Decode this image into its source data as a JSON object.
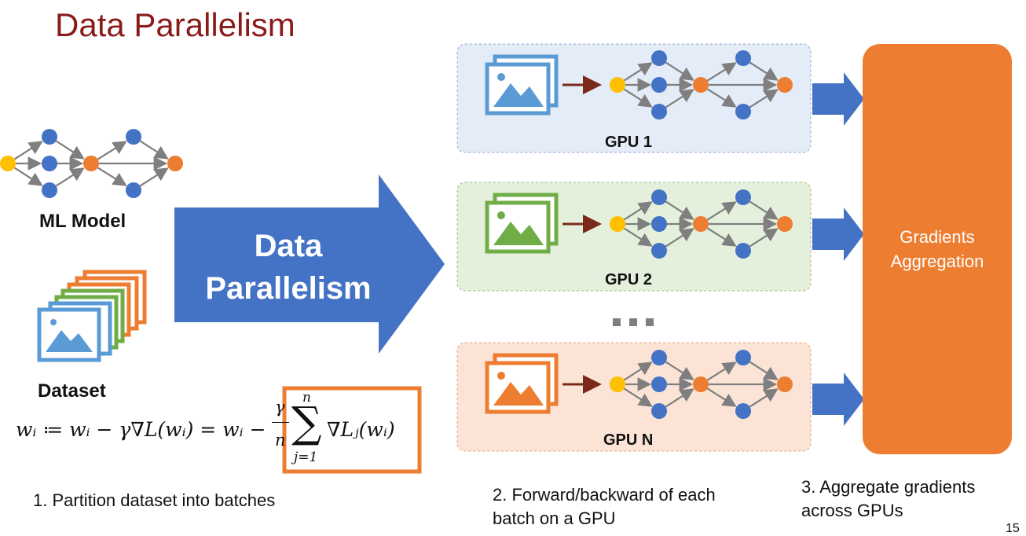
{
  "title": "Data Parallelism",
  "ml_model_label": "ML Model",
  "dataset_label": "Dataset",
  "big_arrow": {
    "line1": "Data",
    "line2": "Parallelism"
  },
  "gpus": [
    {
      "label": "GPU 1",
      "color": "#5b9bd5",
      "bg": "#e3ecf7"
    },
    {
      "label": "GPU 2",
      "color": "#70ad47",
      "bg": "#e5f0dc"
    },
    {
      "label": "GPU N",
      "color": "#ed7d31",
      "bg": "#fbe4d6"
    }
  ],
  "ellipsis": "...",
  "aggregation": {
    "line1": "Gradients",
    "line2": "Aggregation"
  },
  "captions": {
    "step1": "1. Partition dataset into batches",
    "step2_line1": "2. Forward/backward of each",
    "step2_line2": "batch on a GPU",
    "step3_line1": "3. Aggregate gradients",
    "step3_line2": "across GPUs"
  },
  "equation": {
    "lhs": "wᵢ ≔ wᵢ − γ∇L(wᵢ) = wᵢ −",
    "frac_num": "γ",
    "frac_den": "n",
    "sum_top": "n",
    "sum_bottom": "j=1",
    "boxed_term": "∇Lⱼ(wᵢ)"
  },
  "page_number": "15",
  "colors": {
    "title": "#8b1a1a",
    "arrow_blue": "#4472c4",
    "node_blue": "#4472c4",
    "node_yellow": "#ffc000",
    "node_orange": "#ed7d31",
    "edge_gray": "#7f7f7f",
    "batch_arrow": "#7b2a1a",
    "dataset_orange": "#ed7d31",
    "dataset_green": "#70ad47",
    "dataset_blue": "#5b9bd5"
  }
}
